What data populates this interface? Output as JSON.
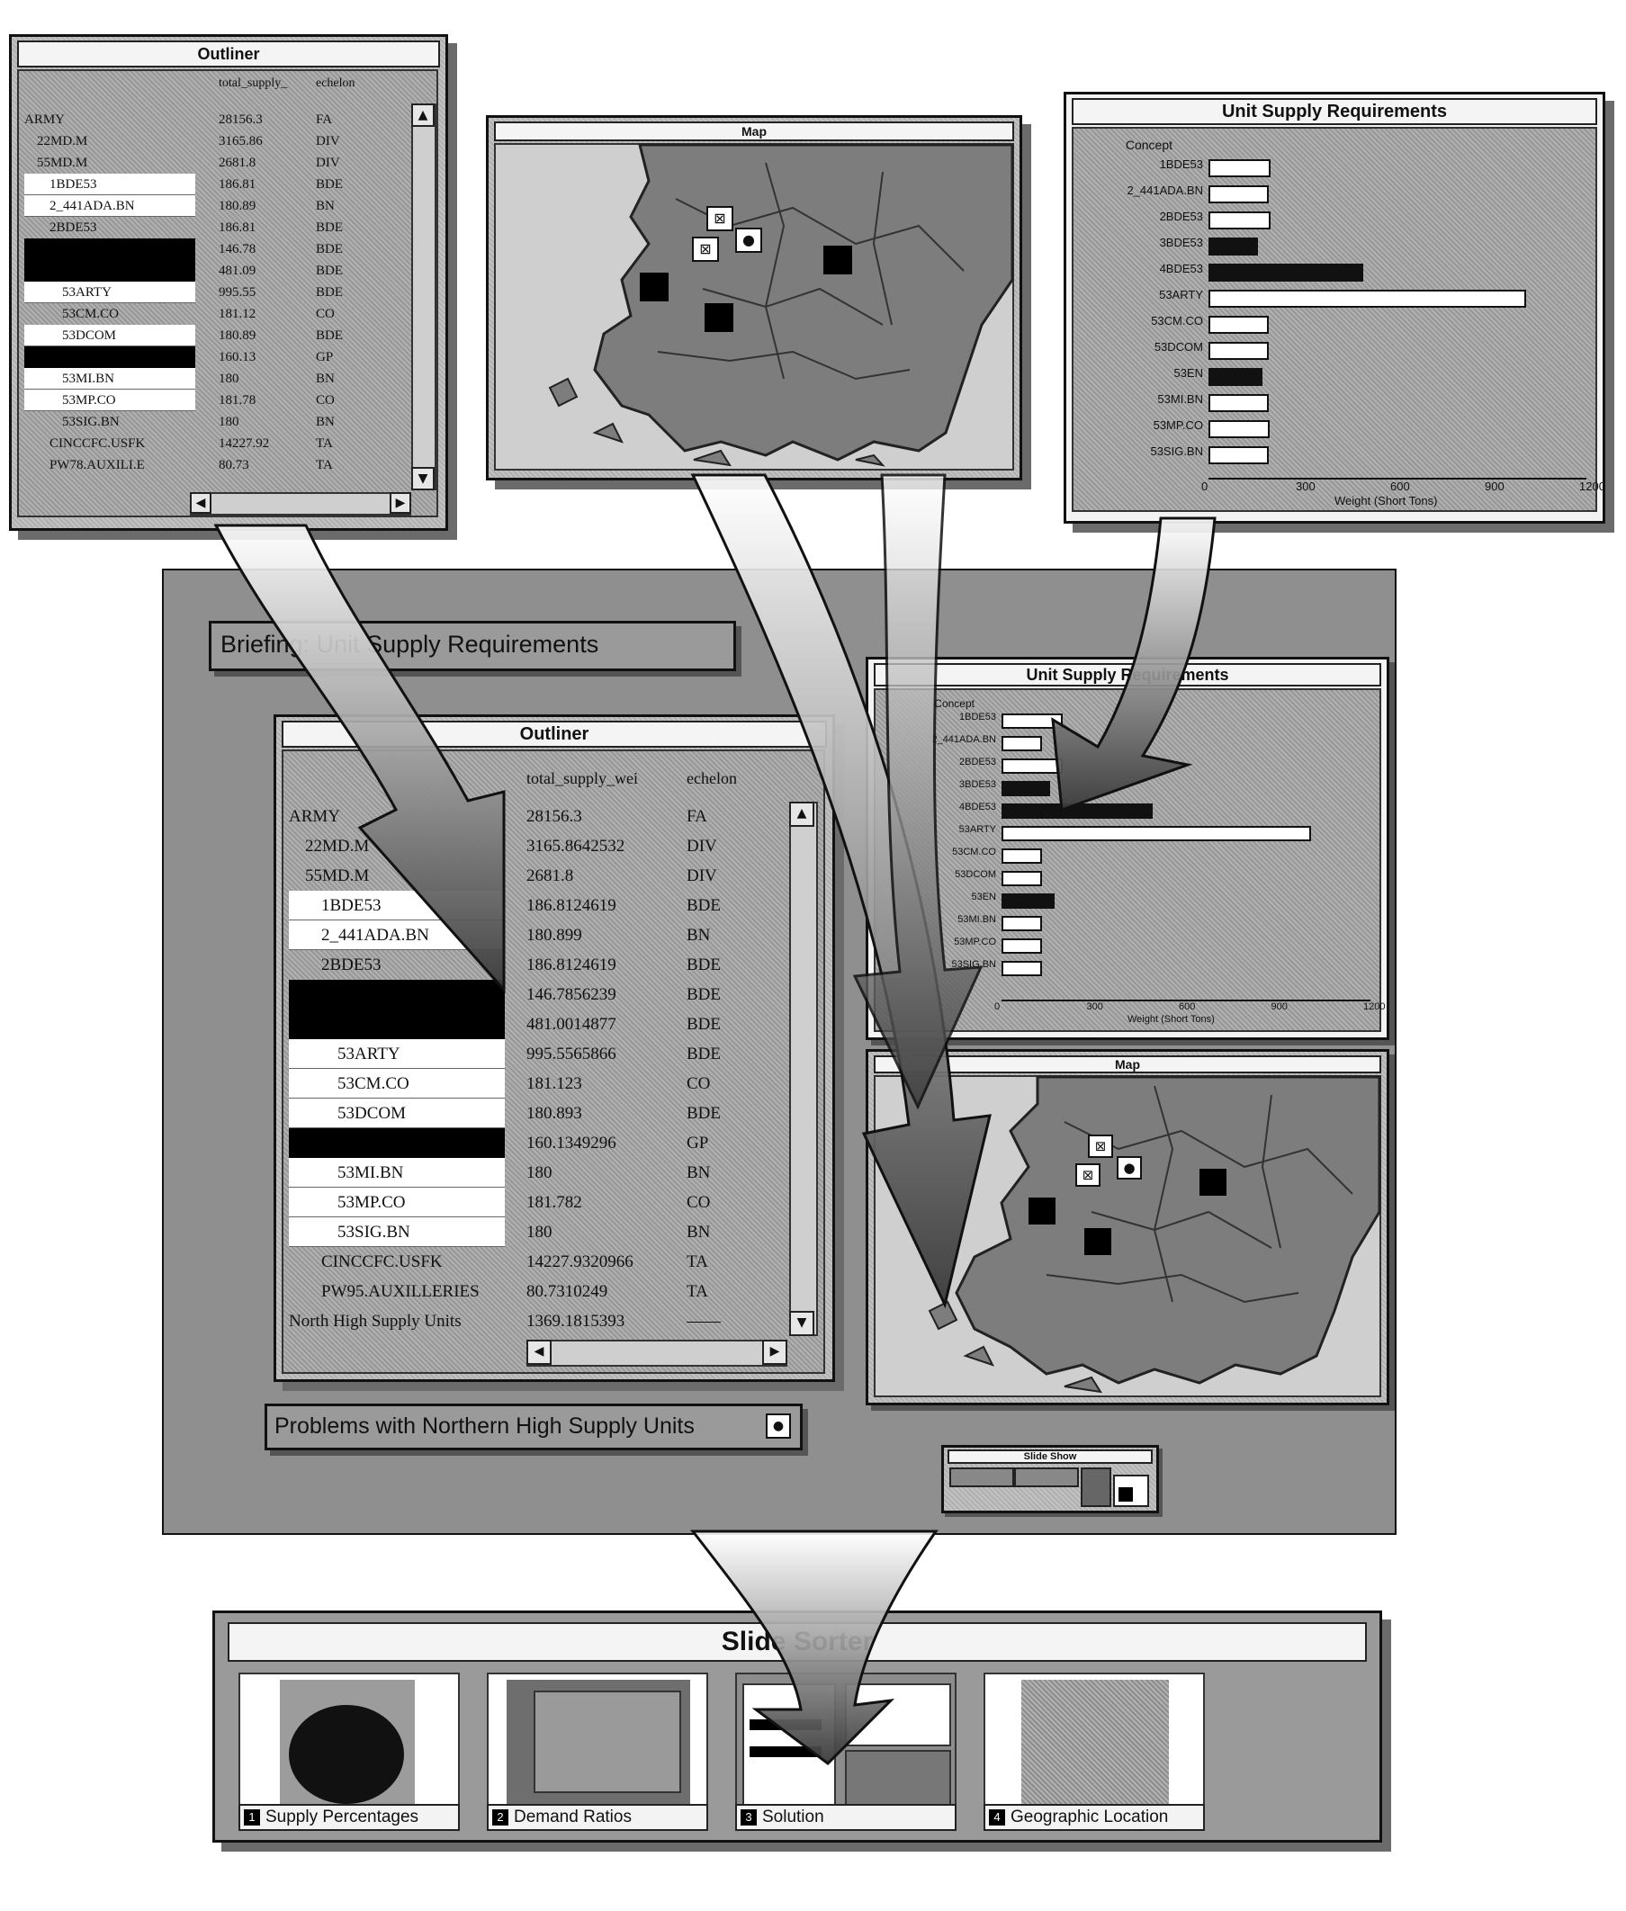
{
  "outliner_small": {
    "title": "Outliner",
    "col2": "total_supply_",
    "col3": "echelon",
    "rows": [
      {
        "name": "ARMY",
        "value": "28156.3",
        "echelon": "FA",
        "style": "plain",
        "indent": 0
      },
      {
        "name": "22MD.M",
        "value": "3165.86",
        "echelon": "DIV",
        "style": "plain",
        "indent": 1
      },
      {
        "name": "55MD.M",
        "value": "2681.8",
        "echelon": "DIV",
        "style": "plain",
        "indent": 1
      },
      {
        "name": "1BDE53",
        "value": "186.81",
        "echelon": "BDE",
        "style": "hl",
        "indent": 2
      },
      {
        "name": "2_441ADA.BN",
        "value": "180.89",
        "echelon": "BN",
        "style": "hl",
        "indent": 2
      },
      {
        "name": "2BDE53",
        "value": "186.81",
        "echelon": "BDE",
        "style": "plain",
        "indent": 2
      },
      {
        "name": "",
        "value": "146.78",
        "echelon": "BDE",
        "style": "bk",
        "indent": 2
      },
      {
        "name": "",
        "value": "481.09",
        "echelon": "BDE",
        "style": "bk",
        "indent": 2
      },
      {
        "name": "53ARTY",
        "value": "995.55",
        "echelon": "BDE",
        "style": "hl",
        "indent": 3
      },
      {
        "name": "53CM.CO",
        "value": "181.12",
        "echelon": "CO",
        "style": "plain",
        "indent": 3
      },
      {
        "name": "53DCOM",
        "value": "180.89",
        "echelon": "BDE",
        "style": "hl",
        "indent": 3
      },
      {
        "name": "",
        "value": "160.13",
        "echelon": "GP",
        "style": "bk",
        "indent": 2
      },
      {
        "name": "53MI.BN",
        "value": "180",
        "echelon": "BN",
        "style": "hl",
        "indent": 3
      },
      {
        "name": "53MP.CO",
        "value": "181.78",
        "echelon": "CO",
        "style": "hl",
        "indent": 3
      },
      {
        "name": "53SIG.BN",
        "value": "180",
        "echelon": "BN",
        "style": "plain",
        "indent": 3
      },
      {
        "name": "CINCCFC.USFK",
        "value": "14227.92",
        "echelon": "TA",
        "style": "plain",
        "indent": 2
      },
      {
        "name": "PW78.AUXILI.E",
        "value": "80.73",
        "echelon": "TA",
        "style": "plain",
        "indent": 2
      }
    ]
  },
  "map_small": {
    "title": "Map"
  },
  "chart_small": {
    "title": "Unit Supply Requirements",
    "concept_label": "Concept",
    "xlabel": "Weight (Short Tons)",
    "ticks": [
      "0",
      "300",
      "600",
      "900",
      "1200"
    ]
  },
  "briefing": {
    "title": "Briefing: Unit Supply Requirements",
    "problem_label": "Problems with Northern High Supply Units"
  },
  "outliner_large": {
    "title": "Outliner",
    "col2": "total_supply_wei",
    "col3": "echelon",
    "rows": [
      {
        "name": "ARMY",
        "value": "28156.3",
        "echelon": "FA",
        "style": "plain",
        "indent": 0
      },
      {
        "name": "22MD.M",
        "value": "3165.8642532",
        "echelon": "DIV",
        "style": "plain",
        "indent": 1
      },
      {
        "name": "55MD.M",
        "value": "2681.8",
        "echelon": "DIV",
        "style": "plain",
        "indent": 1
      },
      {
        "name": "1BDE53",
        "value": "186.8124619",
        "echelon": "BDE",
        "style": "hl",
        "indent": 2
      },
      {
        "name": "2_441ADA.BN",
        "value": "180.899",
        "echelon": "BN",
        "style": "hl",
        "indent": 2
      },
      {
        "name": "2BDE53",
        "value": "186.8124619",
        "echelon": "BDE",
        "style": "plain",
        "indent": 2
      },
      {
        "name": "",
        "value": "146.7856239",
        "echelon": "BDE",
        "style": "bk",
        "indent": 2
      },
      {
        "name": "",
        "value": "481.0014877",
        "echelon": "BDE",
        "style": "bk",
        "indent": 2
      },
      {
        "name": "53ARTY",
        "value": "995.5565866",
        "echelon": "BDE",
        "style": "hl",
        "indent": 3
      },
      {
        "name": "53CM.CO",
        "value": "181.123",
        "echelon": "CO",
        "style": "hl",
        "indent": 3
      },
      {
        "name": "53DCOM",
        "value": "180.893",
        "echelon": "BDE",
        "style": "hl",
        "indent": 3
      },
      {
        "name": "",
        "value": "160.1349296",
        "echelon": "GP",
        "style": "bk",
        "indent": 2
      },
      {
        "name": "53MI.BN",
        "value": "180",
        "echelon": "BN",
        "style": "hl",
        "indent": 3
      },
      {
        "name": "53MP.CO",
        "value": "181.782",
        "echelon": "CO",
        "style": "hl",
        "indent": 3
      },
      {
        "name": "53SIG.BN",
        "value": "180",
        "echelon": "BN",
        "style": "hl",
        "indent": 3
      },
      {
        "name": "CINCCFC.USFK",
        "value": "14227.9320966",
        "echelon": "TA",
        "style": "plain",
        "indent": 2
      },
      {
        "name": "PW95.AUXILLERIES",
        "value": "80.7310249",
        "echelon": "TA",
        "style": "plain",
        "indent": 2
      },
      {
        "name": "North High Supply Units",
        "value": "1369.1815393",
        "echelon": "——",
        "style": "plain",
        "indent": 0
      }
    ]
  },
  "chart_large": {
    "title": "Unit Supply Requirements",
    "concept_label": "Concept",
    "xlabel": "Weight (Short Tons)",
    "ticks": [
      "0",
      "300",
      "600",
      "900",
      "1200"
    ]
  },
  "map_large": {
    "title": "Map"
  },
  "slide_show": {
    "title": "Slide Show"
  },
  "slide_sorter": {
    "title": "Slide Sorter",
    "slides": [
      {
        "num": "1",
        "label": "Supply Percentages"
      },
      {
        "num": "2",
        "label": "Demand Ratios"
      },
      {
        "num": "3",
        "label": "Solution"
      },
      {
        "num": "4",
        "label": "Geographic Location"
      }
    ]
  },
  "chart_data": [
    {
      "type": "bar",
      "title": "Unit Supply Requirements",
      "xlabel": "Weight (Short Tons)",
      "xlim": [
        0,
        1200
      ],
      "categories": [
        "1BDE53",
        "2_441ADA.BN",
        "2BDE53",
        "3BDE53",
        "4BDE53",
        "53ARTY",
        "53CM.CO",
        "53DCOM",
        "53EN",
        "53MI.BN",
        "53MP.CO",
        "53SIG.BN"
      ],
      "values": [
        187,
        181,
        187,
        147,
        481,
        996,
        181,
        181,
        160,
        180,
        182,
        180
      ],
      "highlighted": [
        false,
        false,
        false,
        true,
        true,
        false,
        false,
        false,
        true,
        false,
        false,
        false
      ]
    },
    {
      "type": "bar",
      "title": "Unit Supply Requirements",
      "xlabel": "Weight (Short Tons)",
      "xlim": [
        0,
        1200
      ],
      "categories": [
        "1BDE53",
        "2_441ADA.BN",
        "2BDE53",
        "3BDE53",
        "4BDE53",
        "53ARTY",
        "53CM.CO",
        "53DCOM",
        "53EN",
        "53MI.BN",
        "53MP.CO",
        "53SIG.BN"
      ],
      "values": [
        187,
        120,
        187,
        147,
        481,
        996,
        120,
        120,
        160,
        120,
        120,
        120
      ],
      "highlighted": [
        false,
        false,
        false,
        true,
        true,
        false,
        false,
        false,
        true,
        false,
        false,
        false
      ]
    }
  ]
}
